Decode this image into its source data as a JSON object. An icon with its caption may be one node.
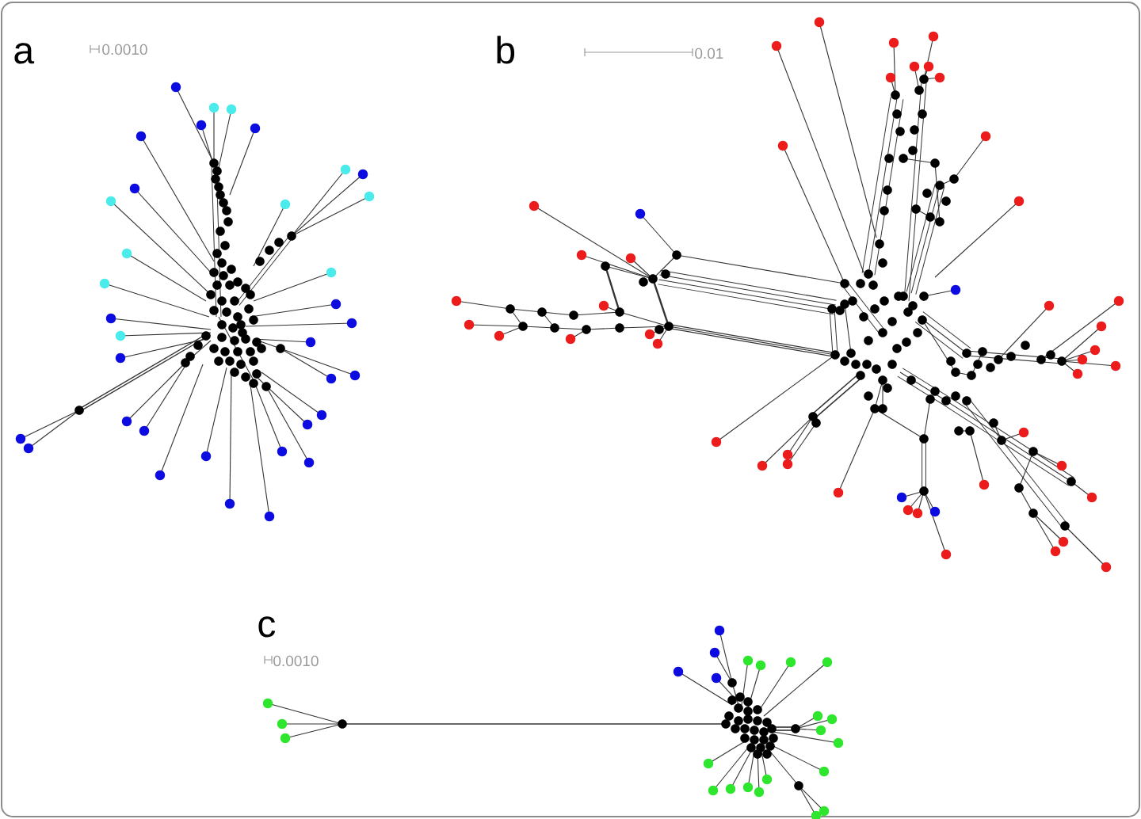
{
  "diagram": {
    "labels": [
      "a",
      "0.0010",
      "b",
      "0.01",
      "c",
      "0.0010"
    ]
  }
}
